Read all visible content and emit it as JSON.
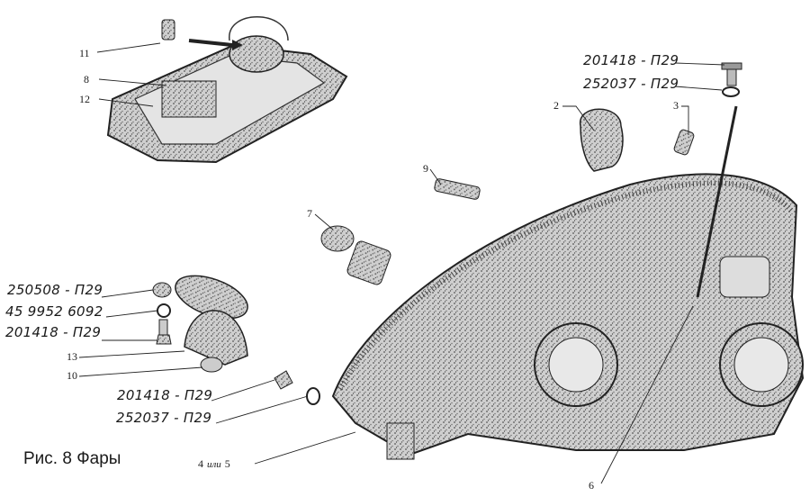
{
  "caption": "Рис. 8  Фары",
  "callouts": {
    "n11": "11",
    "n8": "8",
    "n12": "12",
    "n2": "2",
    "n3": "3",
    "n9": "9",
    "n7": "7",
    "n13": "13",
    "n10": "10",
    "n6": "6",
    "n4": "4",
    "ili": "или",
    "n5": "5"
  },
  "part_numbers": {
    "top_bolt": "201418 - П29",
    "top_washer": "252037 - П29",
    "left_nut": "250508 - П29",
    "left_lockwasher": "45 9952 6092",
    "left_bolt": "201418 - П29",
    "mid_bolt": "201418 - П29",
    "mid_washer": "252037 - П29"
  }
}
